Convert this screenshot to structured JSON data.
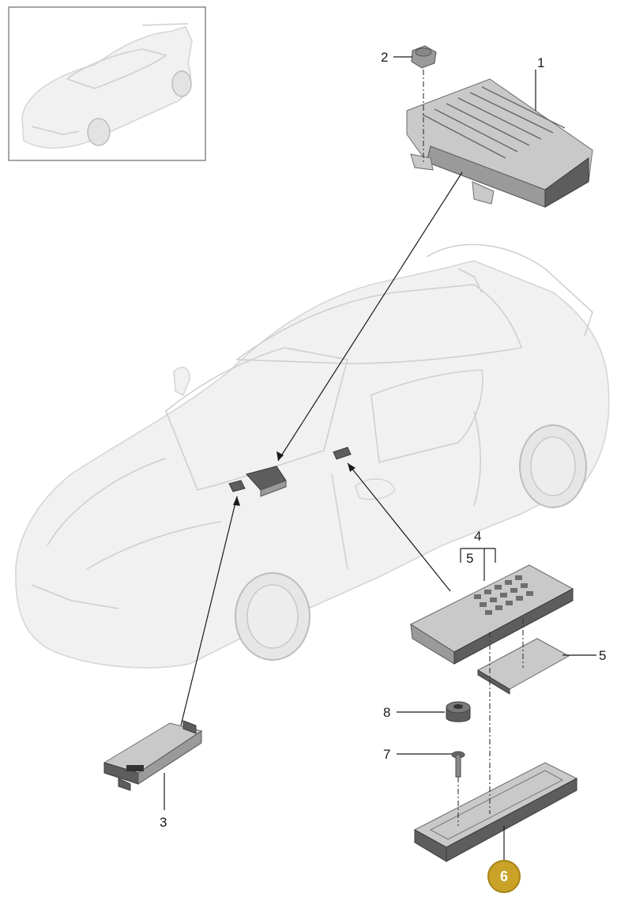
{
  "diagram": {
    "labels": {
      "p1": "1",
      "p2": "2",
      "p3": "3",
      "p4": "4",
      "p5a": "5",
      "p5b": "5",
      "p6": "6",
      "p7": "7",
      "p8": "8"
    },
    "highlight": {
      "part": "6",
      "color": "#c9a227",
      "border": "#a68418"
    },
    "colors": {
      "car_fill": "#f1f1f1",
      "car_line": "#cfcfcf",
      "part": "#5d5d5d",
      "lead": "#1a1a1a"
    }
  }
}
